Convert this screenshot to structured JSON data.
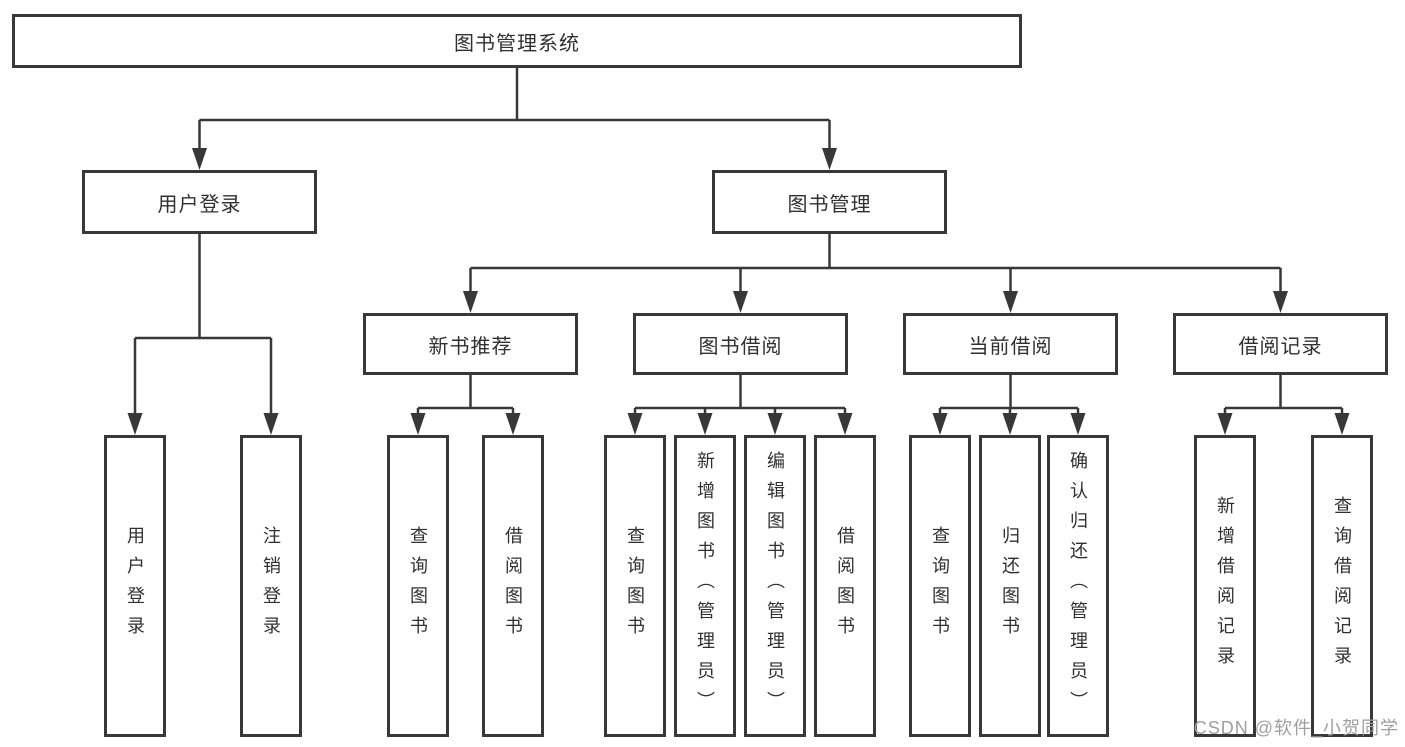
{
  "tree": {
    "label": "图书管理系统",
    "children": [
      {
        "label": "用户登录",
        "children": [
          {
            "label": "用户登录"
          },
          {
            "label": "注销登录"
          }
        ]
      },
      {
        "label": "图书管理",
        "children": [
          {
            "label": "新书推荐",
            "children": [
              {
                "label": "查询图书"
              },
              {
                "label": "借阅图书"
              }
            ]
          },
          {
            "label": "图书借阅",
            "children": [
              {
                "label": "查询图书"
              },
              {
                "label": "新增图书（管理员）"
              },
              {
                "label": "编辑图书（管理员）"
              },
              {
                "label": "借阅图书"
              }
            ]
          },
          {
            "label": "当前借阅",
            "children": [
              {
                "label": "查询图书"
              },
              {
                "label": "归还图书"
              },
              {
                "label": "确认归还（管理员）"
              }
            ]
          },
          {
            "label": "借阅记录",
            "children": [
              {
                "label": "新增借阅记录"
              },
              {
                "label": "查询借阅记录"
              }
            ]
          }
        ]
      }
    ]
  },
  "watermark": {
    "text": "CSDN @软件_小贺同学"
  },
  "colors": {
    "line": "#383838",
    "box_border": "#383838",
    "box_fill": "#ffffff",
    "text": "#303030",
    "watermark": "#9f9f9f"
  }
}
